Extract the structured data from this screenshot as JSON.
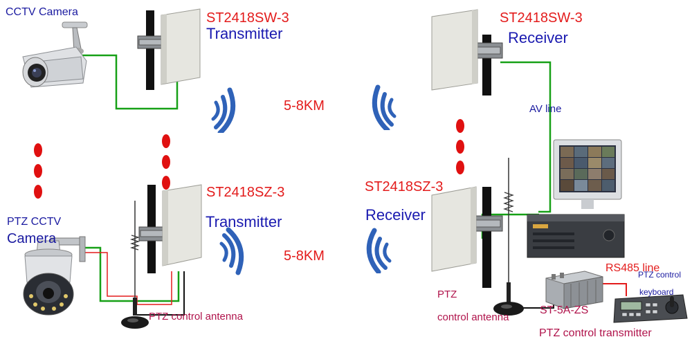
{
  "top_left": {
    "camera_label": "CCTV Camera",
    "model": "ST2418SW-3",
    "role": "Transmitter"
  },
  "top_right": {
    "model": "ST2418SW-3",
    "role": "Receiver",
    "av_line": "AV line"
  },
  "top_distance": "5-8KM",
  "bottom_left": {
    "camera_label_line1": "PTZ CCTV",
    "camera_label_line2": "Camera",
    "model": "ST2418SZ-3",
    "role": "Transmitter",
    "antenna_label": "PTZ control antenna"
  },
  "bottom_right": {
    "model": "ST2418SZ-3",
    "role": "Receiver",
    "ptz_antenna_line1": "PTZ",
    "ptz_antenna_line2": "control antenna",
    "rs485": "RS485 line",
    "keyboard_line1": "PTZ control",
    "keyboard_line2": "keyboard",
    "transmitter_model": "ST-5A-ZS",
    "transmitter_label": "PTZ control transmitter"
  },
  "bottom_distance": "5-8KM",
  "colors": {
    "model_red": "#e31b1b",
    "role_blue": "#1a1ab0",
    "wave_blue": "#2f62b8",
    "wire_green": "#16a016",
    "wire_red": "#e31b1b",
    "dot_red": "#e01010"
  }
}
